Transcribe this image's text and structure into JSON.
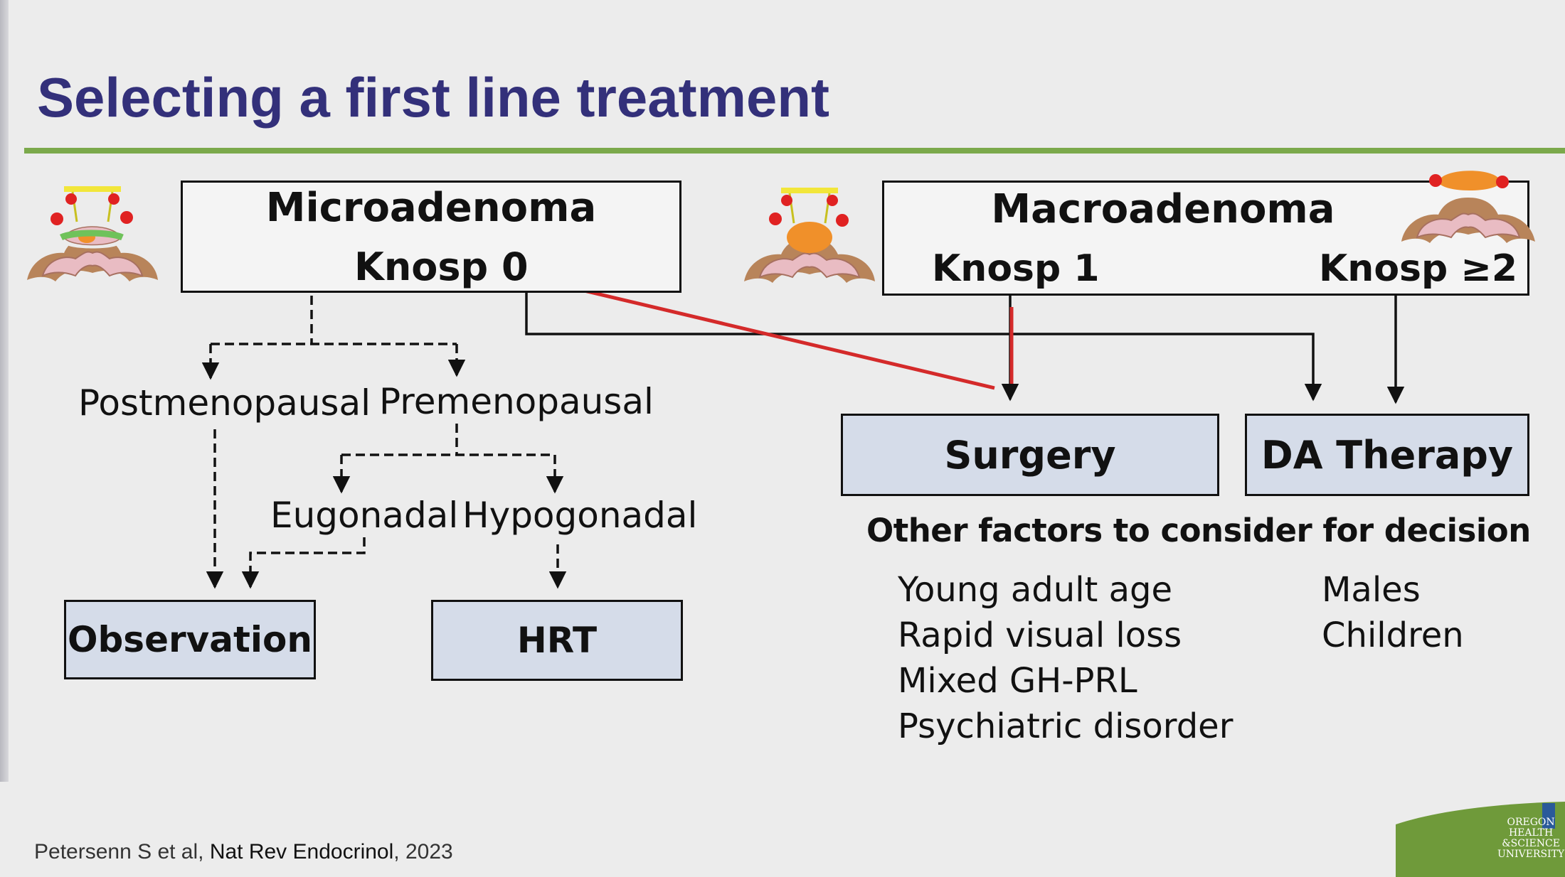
{
  "title": "Selecting a first line treatment",
  "micro": {
    "name": "Microadenoma",
    "knosp": "Knosp 0"
  },
  "macro": {
    "name": "Macroadenoma",
    "knosp1": "Knosp  1",
    "knosp2": "Knosp ≥2"
  },
  "branches": {
    "postmenopausal": "Postmenopausal",
    "premenopausal": "Premenopausal",
    "eugonadal": "Eugonadal",
    "hypogonadal": "Hypogonadal"
  },
  "outcomes": {
    "observation": "Observation",
    "hrt": "HRT",
    "surgery": "Surgery",
    "da_therapy": "DA Therapy"
  },
  "factors": {
    "heading": "Other factors to consider for decision",
    "left": [
      "Young adult age",
      "Rapid visual loss",
      "Mixed GH-PRL",
      "Psychiatric disorder"
    ],
    "right": [
      "Males",
      "Children"
    ]
  },
  "citation": {
    "authors": "Petersenn S et al, ",
    "journal": "Nat Rev Endocrinol",
    "year": ", 2023"
  },
  "logo": {
    "lines": [
      "OREGON",
      "HEALTH",
      "&SCIENCE",
      "UNIVERSITY"
    ]
  },
  "colors": {
    "title": "#33307a",
    "rule": "#7ba94b",
    "box_fill": "#d5dce9",
    "annotation_arrow": "#d42a2a",
    "tumor_micro": "#6fc25a",
    "tumor_macro": "#f0902a",
    "pituitary": "#e9bcc3",
    "bone": "#b8845a"
  },
  "icons": [
    "pituitary-microadenoma-icon",
    "pituitary-macroadenoma-icon",
    "pituitary-invasive-macroadenoma-icon",
    "ohsu-logo-icon"
  ]
}
